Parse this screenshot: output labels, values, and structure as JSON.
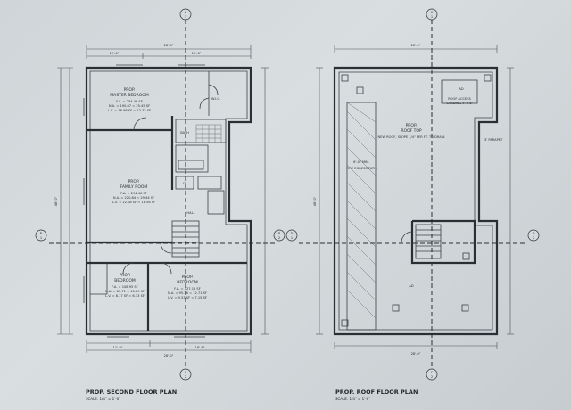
{
  "left_plan": {
    "title": "PROP. SECOND FLOOR PLAN",
    "scale": "SCALE: 1/4\" = 1'-0\"",
    "rooms": [
      {
        "id": "master",
        "name": "PROP.",
        "sub": "MASTER BEDROOM",
        "l1": "F.A. = 254.46 SF",
        "l2": "N.A. = 190.87 = 25.45 SF",
        "l3": "L.V. = 16.98 SF = 12.72 SF"
      },
      {
        "id": "family",
        "name": "PROP.",
        "sub": "FAMILY ROOM",
        "l1": "F.A. = 294.46 SF",
        "l2": "N.A. = 220.84 = 29.44 SF",
        "l3": "L.V. = 22.08 SF = 16.56 SF"
      },
      {
        "id": "bed2",
        "name": "PROP.",
        "sub": "BEDROOM",
        "l1": "F.A. = 108.95 SF",
        "l2": "N.A. = 81.71 = 10.89 SF",
        "l3": "L.V. = 8.17 SF = 6.13 SF"
      },
      {
        "id": "bed3",
        "name": "PROP.",
        "sub": "BEDROOM",
        "l1": "F.A. = 127.15 SF",
        "l2": "N.A. = 95.36 = 12.71 SF",
        "l3": "L.V. = 9.53 SF = 7.15 SF"
      }
    ],
    "small_labels": {
      "wic": "W.I.C.",
      "bath": "BATH",
      "hall": "HALL",
      "cl": "CL"
    },
    "dims": {
      "top_overall": "28'-0\"",
      "top_a": "12'-6\"",
      "top_b": "15'-6\"",
      "side_overall": "48'-0\"",
      "bot_overall": "28'-0\"",
      "bot_a": "11'-6\"",
      "bot_b": "16'-6\""
    }
  },
  "right_plan": {
    "title": "PROP. ROOF FLOOR PLAN",
    "scale": "SCALE: 1/4\" = 1'-0\"",
    "roof_label": "PROP.",
    "roof_sub": "ROOF TOP",
    "roof_note": "NEW ROOF, SLOPE 1/4\" PER FT. TO DRAIN",
    "access_label": "ROOF ACCESS",
    "access_sub": "LANDING 4' X 6'",
    "path_label": "FIRE EGRESS PATH",
    "path_dim": "6'-0\" MIN.",
    "parapet_label": "3' PARAPET",
    "stair_label": "AD",
    "dims": {
      "top_overall": "28'-0\"",
      "side_overall": "48'-0\"",
      "bot_overall": "28'-0\""
    }
  },
  "markers": {
    "a": "A",
    "b": "B",
    "c": "C",
    "d": "D",
    "n1": "1",
    "n2": "2"
  }
}
